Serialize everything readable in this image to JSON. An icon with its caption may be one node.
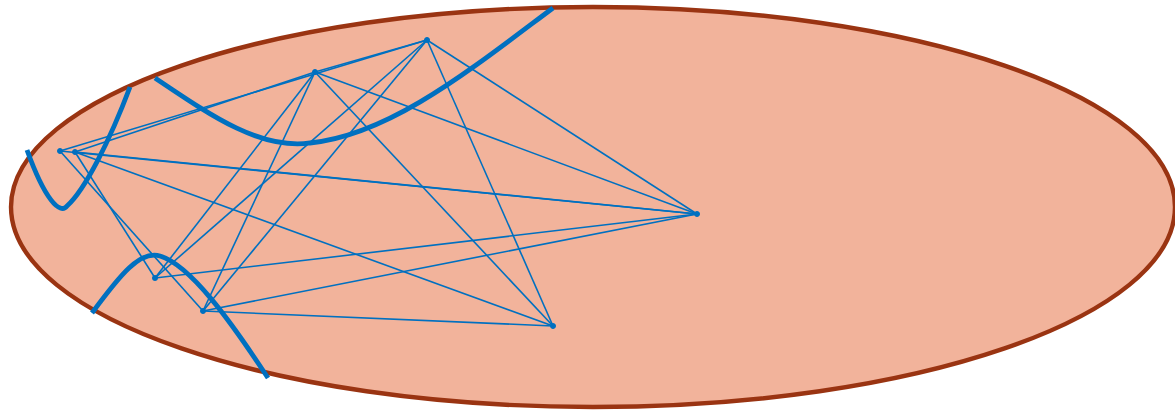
{
  "diagram": {
    "nodes": [
      {
        "text": [],
        "shape": "ellipse"
      },
      {
        "text": [],
        "shape": "point",
        "in": 0
      },
      {
        "text": [],
        "shape": "point",
        "in": 0
      },
      {
        "text": [],
        "shape": "point",
        "in": 0
      },
      {
        "text": [],
        "shape": "point",
        "in": 0
      },
      {
        "text": [],
        "shape": "point",
        "in": 0
      },
      {
        "text": [],
        "shape": "point",
        "in": 0
      },
      {
        "text": [],
        "shape": "point",
        "in": 0
      },
      {
        "text": [],
        "shape": "point",
        "in": 0
      }
    ],
    "edges": [
      {
        "from": 1,
        "to": 4,
        "arrow": "none"
      },
      {
        "from": 2,
        "to": 3,
        "arrow": "none"
      },
      {
        "from": 1,
        "to": 5,
        "arrow": "none"
      },
      {
        "from": 2,
        "to": 5,
        "arrow": "none"
      },
      {
        "from": 2,
        "to": 8,
        "arrow": "none"
      },
      {
        "from": 1,
        "to": 7,
        "arrow": "none"
      },
      {
        "from": 2,
        "to": 6,
        "arrow": "none"
      },
      {
        "from": 3,
        "to": 4,
        "arrow": "none"
      },
      {
        "from": 3,
        "to": 6,
        "arrow": "none"
      },
      {
        "from": 3,
        "to": 7,
        "arrow": "none"
      },
      {
        "from": 3,
        "to": 5,
        "arrow": "none"
      },
      {
        "from": 3,
        "to": 8,
        "arrow": "none"
      },
      {
        "from": 4,
        "to": 6,
        "arrow": "none"
      },
      {
        "from": 4,
        "to": 7,
        "arrow": "none"
      },
      {
        "from": 4,
        "to": 5,
        "arrow": "none"
      },
      {
        "from": 4,
        "to": 8,
        "arrow": "none"
      },
      {
        "from": 6,
        "to": 5,
        "arrow": "none"
      },
      {
        "from": 7,
        "to": 5,
        "arrow": "none"
      },
      {
        "from": 7,
        "to": 8,
        "arrow": "none"
      }
    ]
  }
}
